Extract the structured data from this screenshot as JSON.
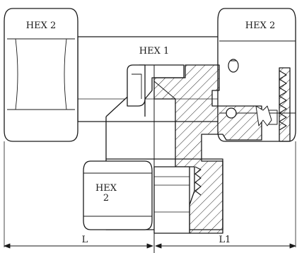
{
  "labels": {
    "hex_left": "HEX 2",
    "hex_right": "HEX 2",
    "hex_center": "HEX 1",
    "hex_bottom_line1": "HEX",
    "hex_bottom_line2": "2",
    "dim_l": "L",
    "dim_l1": "L1"
  },
  "colors": {
    "line": "#1a1a1a",
    "hatch": "#2a2a2a",
    "background": "#ffffff"
  }
}
